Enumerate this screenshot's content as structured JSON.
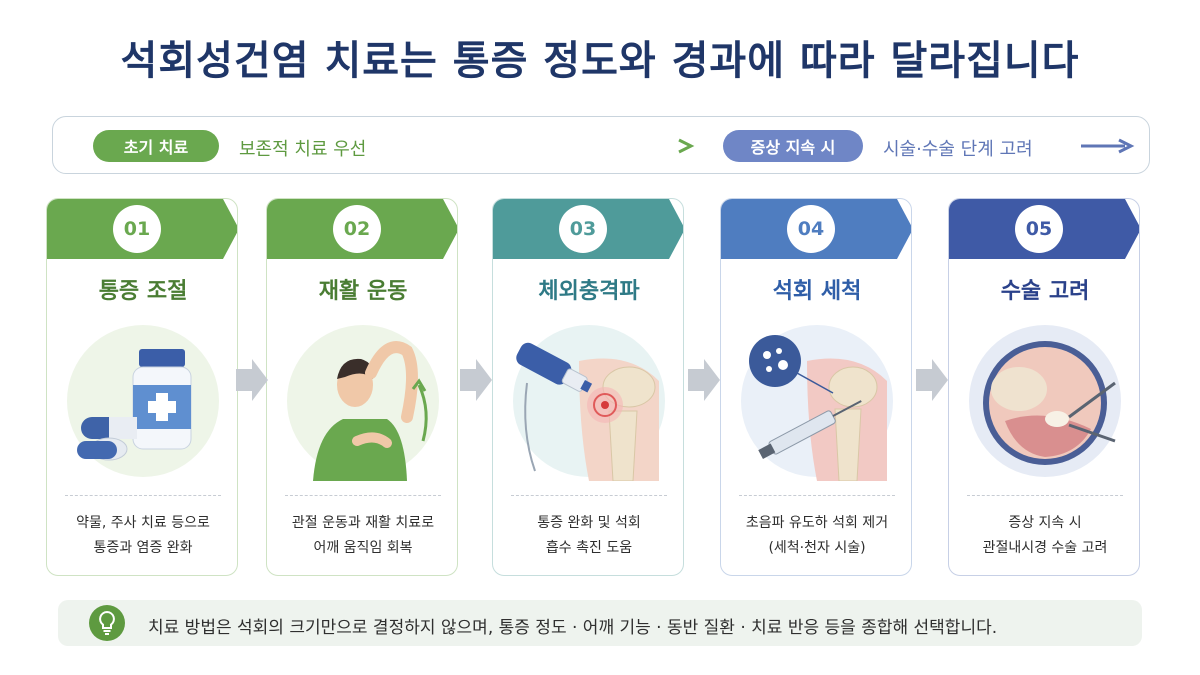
{
  "title": "석회성건염 치료는 통증 정도와 경과에 따라 달라집니다",
  "flow": {
    "early_label": "초기 치료",
    "early_text": "보존적 치료 우선",
    "persist_label": "증상 지속 시",
    "persist_text": "시술·수술 단계 고려"
  },
  "steps": [
    {
      "number": "01",
      "title": "통증 조절",
      "desc_line1": "약물, 주사 치료 등으로",
      "desc_line2": "통증과 염증 완화",
      "color": "#6aa84f",
      "title_color": "#4a7d33",
      "icon": "medication-icon"
    },
    {
      "number": "02",
      "title": "재활 운동",
      "desc_line1": "관절 운동과 재활 치료로",
      "desc_line2": "어깨 움직임 회복",
      "color": "#6aa84f",
      "title_color": "#4a7d33",
      "icon": "shoulder-exercise-icon"
    },
    {
      "number": "03",
      "title": "체외충격파",
      "desc_line1": "통증 완화 및 석회",
      "desc_line2": "흡수 촉진 도움",
      "color": "#4f9b9a",
      "title_color": "#2f7a86",
      "icon": "shockwave-device-icon"
    },
    {
      "number": "04",
      "title": "석회 세척",
      "desc_line1": "초음파 유도하 석회 제거",
      "desc_line2": "(세척·천자 시술)",
      "color": "#4f7dc0",
      "title_color": "#2f5ea8",
      "icon": "syringe-icon"
    },
    {
      "number": "05",
      "title": "수술 고려",
      "desc_line1": "증상 지속 시",
      "desc_line2": "관절내시경 수술 고려",
      "color": "#3f5aa6",
      "title_color": "#2a418a",
      "icon": "arthroscopy-icon"
    }
  ],
  "tip": {
    "icon": "lightbulb-icon",
    "text": "치료 방법은 석회의 크기만으로 결정하지 않으며, 통증 정도 · 어깨 기능 · 동반 질환 · 치료 반응 등을 종합해 선택합니다."
  }
}
